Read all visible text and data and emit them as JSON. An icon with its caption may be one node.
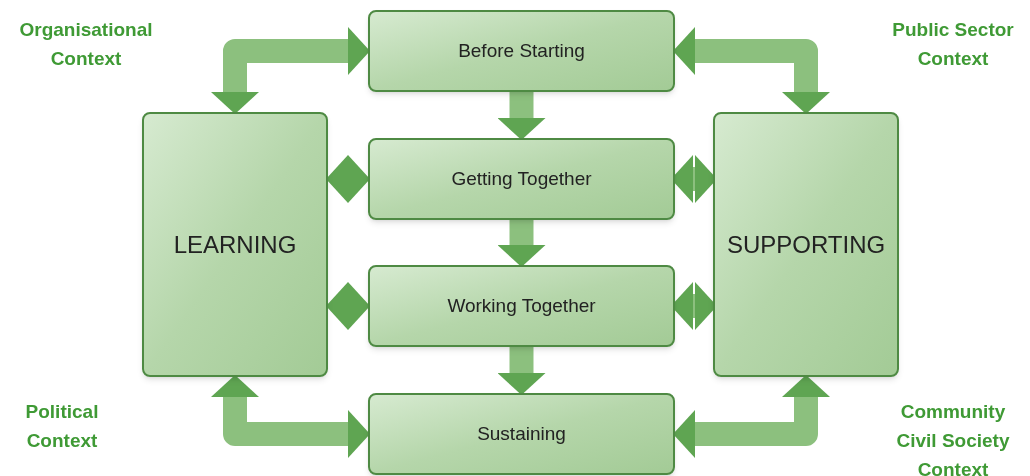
{
  "diagram": {
    "nodes": [
      {
        "text": [
          "Before Starting"
        ]
      },
      {
        "text": [
          "Getting Together"
        ]
      },
      {
        "text": [
          "Working Together"
        ]
      },
      {
        "text": [
          "Sustaining"
        ]
      },
      {
        "text": [
          "LEARNING"
        ]
      },
      {
        "text": [
          "SUPPORTING"
        ]
      }
    ],
    "edges": [
      {
        "from": 0,
        "to": 1,
        "arrow": "to"
      },
      {
        "from": 1,
        "to": 2,
        "arrow": "to"
      },
      {
        "from": 2,
        "to": 3,
        "arrow": "to"
      },
      {
        "from": 4,
        "to": 1,
        "arrow": "both"
      },
      {
        "from": 4,
        "to": 2,
        "arrow": "both"
      },
      {
        "from": 5,
        "to": 1,
        "arrow": "both"
      },
      {
        "from": 5,
        "to": 2,
        "arrow": "both"
      },
      {
        "from": 4,
        "to": 0,
        "arrow": "both"
      },
      {
        "from": 4,
        "to": 3,
        "arrow": "both"
      },
      {
        "from": 5,
        "to": 0,
        "arrow": "both"
      },
      {
        "from": 5,
        "to": 3,
        "arrow": "both"
      }
    ],
    "labels": [
      "Organisational Context",
      "Public Sector Context",
      "Political Context",
      "Community Civil Society Context"
    ]
  }
}
